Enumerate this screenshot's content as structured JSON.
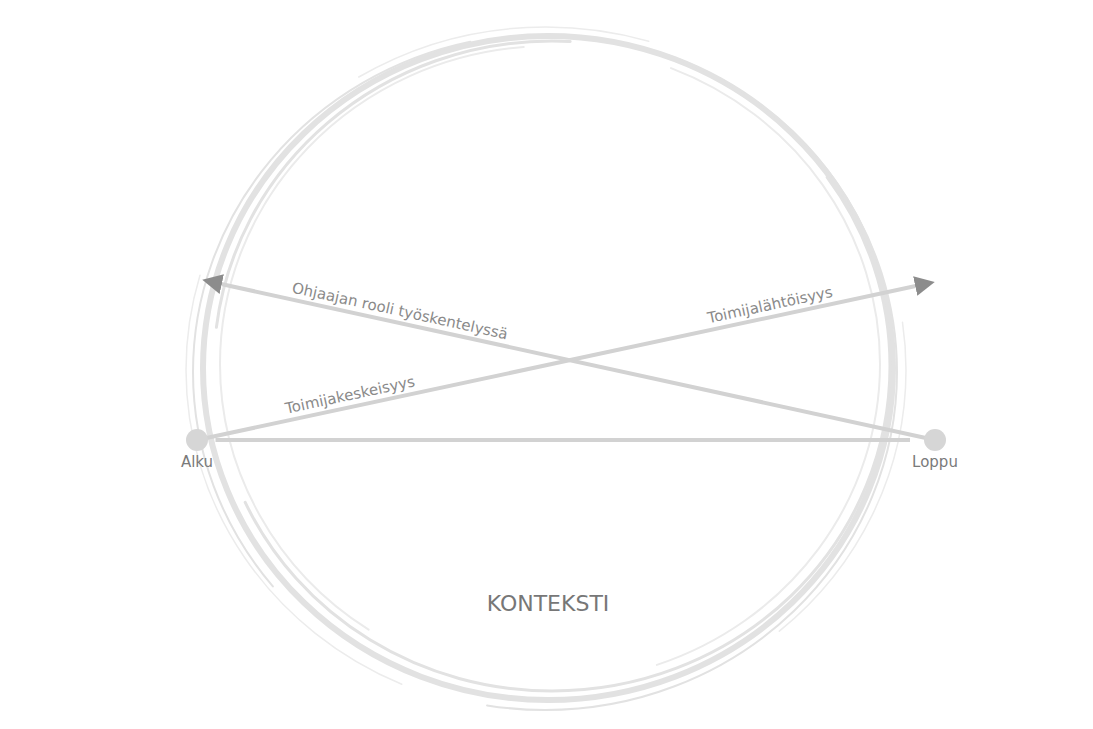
{
  "diagram": {
    "nodes": [
      {
        "text": [
          "Alku"
        ]
      },
      {
        "text": [
          "Loppu"
        ]
      }
    ],
    "edges": [
      {
        "from": 0,
        "to": 1,
        "arrow": "none"
      }
    ],
    "labels": [
      "Ohjaajan rooli työskentelyssä",
      "Toimijakeskeisyys",
      "Toimijalähtöisyys",
      "KONTEKSTI"
    ]
  }
}
